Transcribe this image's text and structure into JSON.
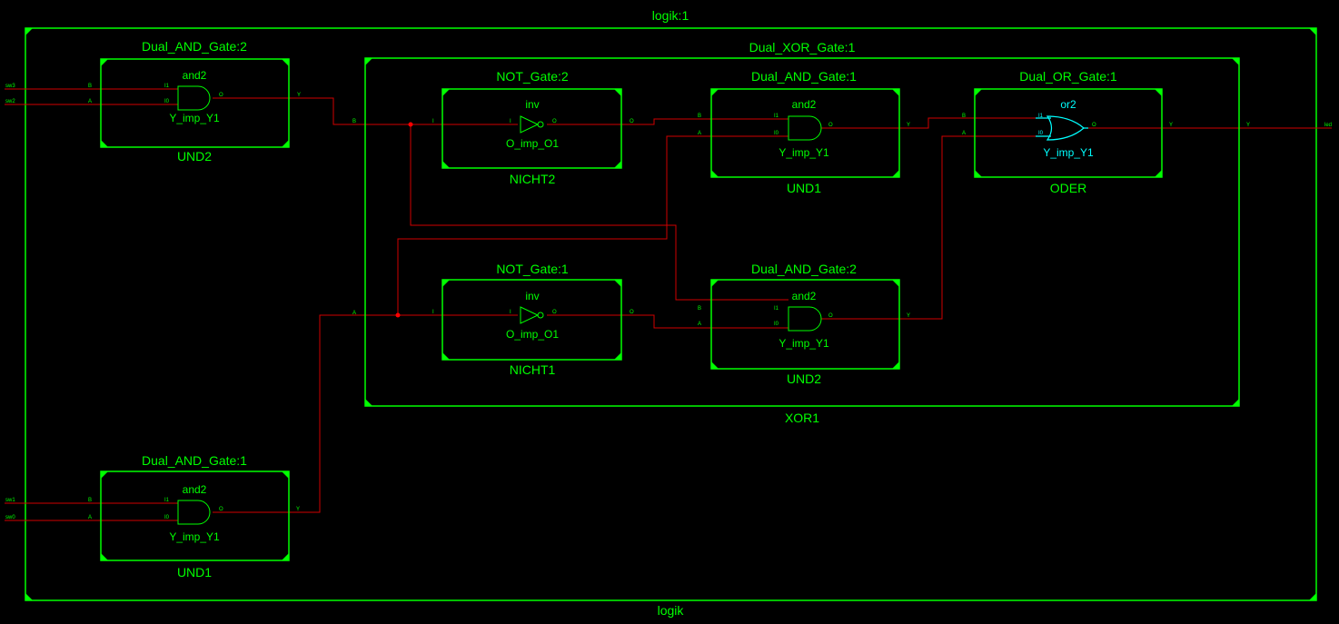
{
  "top": {
    "title": "logik:1",
    "instance": "logik"
  },
  "ports": {
    "sw3": "sw3",
    "sw2": "sw2",
    "sw1": "sw1",
    "sw0": "sw0",
    "led": "led"
  },
  "pins": {
    "a": "A",
    "b": "B",
    "y": "Y",
    "i": "I",
    "o": "O",
    "i0": "I0",
    "i1": "I1"
  },
  "and_top": {
    "title": "Dual_AND_Gate:2",
    "gate": "and2",
    "impl": "Y_imp_Y1",
    "instance": "UND2"
  },
  "and_bot": {
    "title": "Dual_AND_Gate:1",
    "gate": "and2",
    "impl": "Y_imp_Y1",
    "instance": "UND1"
  },
  "xor": {
    "title": "Dual_XOR_Gate:1",
    "instance": "XOR1"
  },
  "not2": {
    "title": "NOT_Gate:2",
    "gate": "inv",
    "impl": "O_imp_O1",
    "instance": "NICHT2"
  },
  "not1": {
    "title": "NOT_Gate:1",
    "gate": "inv",
    "impl": "O_imp_O1",
    "instance": "NICHT1"
  },
  "and_x1": {
    "title": "Dual_AND_Gate:1",
    "gate": "and2",
    "impl": "Y_imp_Y1",
    "instance": "UND1"
  },
  "and_x2": {
    "title": "Dual_AND_Gate:2",
    "gate": "and2",
    "impl": "Y_imp_Y1",
    "instance": "UND2"
  },
  "or": {
    "title": "Dual_OR_Gate:1",
    "gate": "or2",
    "impl": "Y_imp_Y1",
    "instance": "ODER"
  },
  "colors": {
    "background": "#000000",
    "block": "#00ff00",
    "net": "#d00000",
    "highlight": "#00ffff"
  }
}
